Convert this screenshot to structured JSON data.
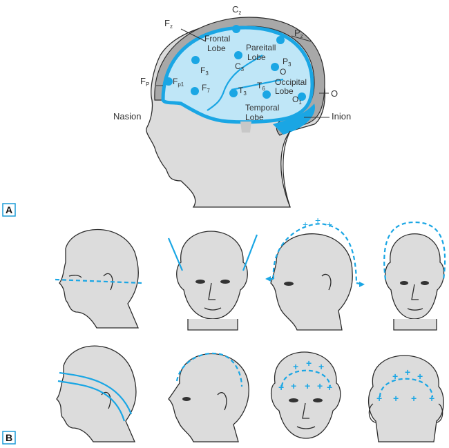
{
  "panel_a": {
    "panel_label": "A",
    "labels": {
      "cz_main": "C",
      "cz_sub": "z",
      "fz_main": "F",
      "fz_sub": "z",
      "pz_main": "P",
      "pz_sub": "z",
      "fp_main": "F",
      "fp_sub": "P",
      "fp1_main": "F",
      "fp1_sub": "p1",
      "f3_main": "F",
      "f3_sub": "3",
      "f7_main": "F",
      "f7_sub": "7",
      "c3_main": "C",
      "c3_sub": "3",
      "t3_main": "T",
      "t3_sub": "3",
      "t6_main": "T",
      "t6_sub": "6",
      "p3_main": "P",
      "p3_sub": "3",
      "o1_main": "O",
      "o1_sub": "1",
      "o_mid": "O",
      "o_right": "O",
      "frontal_1": "Frontal",
      "frontal_2": "Lobe",
      "parietal_1": "Pareitall",
      "parietal_2": "Lobe",
      "occipital_1": "Occipital",
      "occipital_2": "Lobe",
      "temporal_1": "Temporal",
      "temporal_2": "Lobe",
      "nasion": "Nasion",
      "inion": "Inion"
    }
  },
  "panel_b": {
    "panel_label": "B"
  },
  "colors": {
    "accent_blue": "#1aa6e4",
    "brain_fill": "#bfe6f7",
    "skin": "#dcdcdc",
    "skull": "#9a9a9a"
  }
}
